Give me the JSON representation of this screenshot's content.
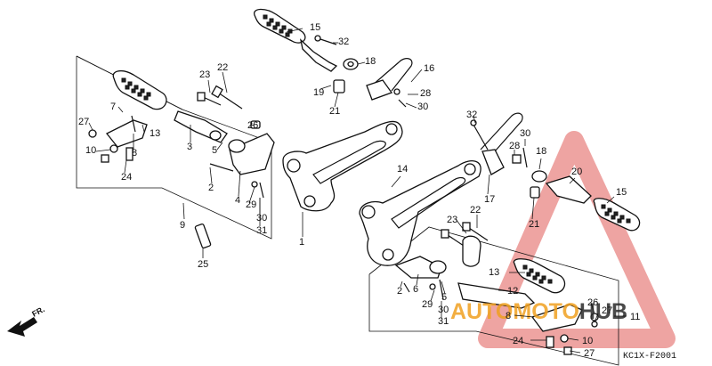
{
  "diagram": {
    "code": "KC1X-F2001",
    "direction_label": "FR.",
    "colors": {
      "line": "#111111",
      "watermark_red": "#e05a55",
      "watermark_orange": "#f0a020",
      "watermark_dark": "#2a2a2a"
    }
  },
  "watermark": {
    "part1": "AUTO",
    "part2": "MOTO",
    "part3": "HUB"
  },
  "callouts": [
    "15",
    "32",
    "18",
    "16",
    "19",
    "28",
    "21",
    "30",
    "22",
    "23",
    "26",
    "7",
    "27",
    "13",
    "10",
    "3",
    "5",
    "8",
    "24",
    "2",
    "4",
    "29",
    "30",
    "31",
    "9",
    "25",
    "1",
    "14",
    "32",
    "28",
    "30",
    "17",
    "18",
    "20",
    "21",
    "15",
    "23",
    "22",
    "13",
    "12",
    "2",
    "6",
    "5",
    "29",
    "30",
    "31",
    "26",
    "27",
    "8",
    "11",
    "24",
    "10",
    "27"
  ]
}
